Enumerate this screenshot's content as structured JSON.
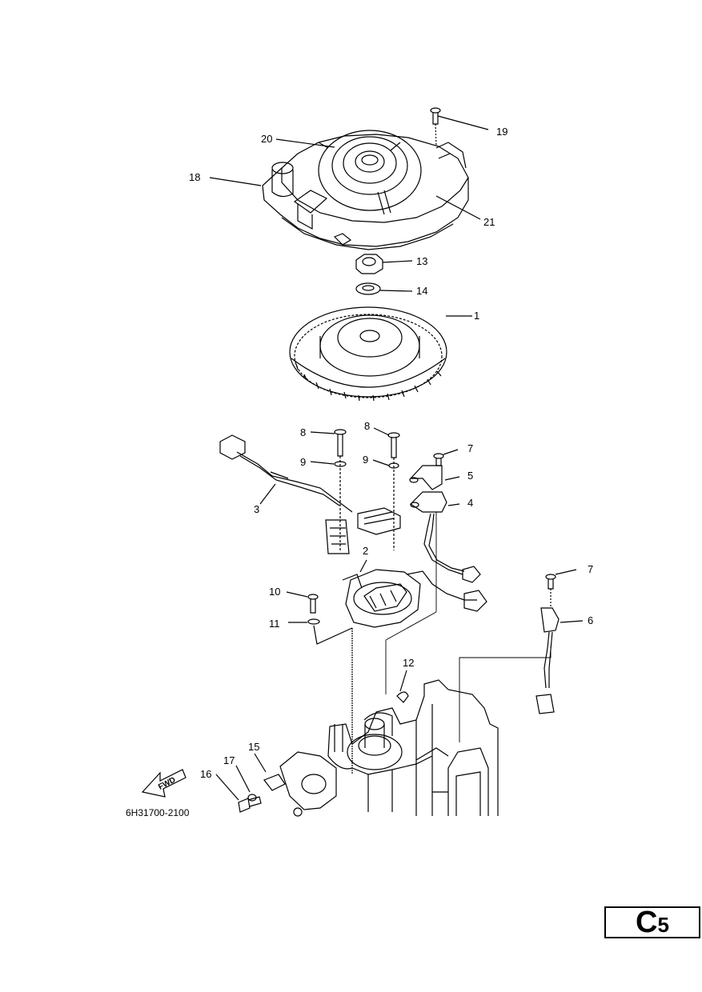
{
  "diagram": {
    "drawing_code": "6H31700-2100",
    "fwd_label": "FWD",
    "callouts": [
      {
        "id": "c20",
        "text": "20"
      },
      {
        "id": "c19",
        "text": "19"
      },
      {
        "id": "c18",
        "text": "18"
      },
      {
        "id": "c21",
        "text": "21"
      },
      {
        "id": "c13",
        "text": "13"
      },
      {
        "id": "c14",
        "text": "14"
      },
      {
        "id": "c1",
        "text": "1"
      },
      {
        "id": "c8a",
        "text": "8"
      },
      {
        "id": "c8b",
        "text": "8"
      },
      {
        "id": "c7a",
        "text": "7"
      },
      {
        "id": "c9a",
        "text": "9"
      },
      {
        "id": "c9b",
        "text": "9"
      },
      {
        "id": "c5",
        "text": "5"
      },
      {
        "id": "c3",
        "text": "3"
      },
      {
        "id": "c4",
        "text": "4"
      },
      {
        "id": "c2",
        "text": "2"
      },
      {
        "id": "c10",
        "text": "10"
      },
      {
        "id": "c7b",
        "text": "7"
      },
      {
        "id": "c6",
        "text": "6"
      },
      {
        "id": "c11",
        "text": "11"
      },
      {
        "id": "c12",
        "text": "12"
      },
      {
        "id": "c15",
        "text": "15"
      },
      {
        "id": "c17",
        "text": "17"
      },
      {
        "id": "c16",
        "text": "16"
      }
    ]
  },
  "page_badge": {
    "letter": "C",
    "number": "5"
  }
}
